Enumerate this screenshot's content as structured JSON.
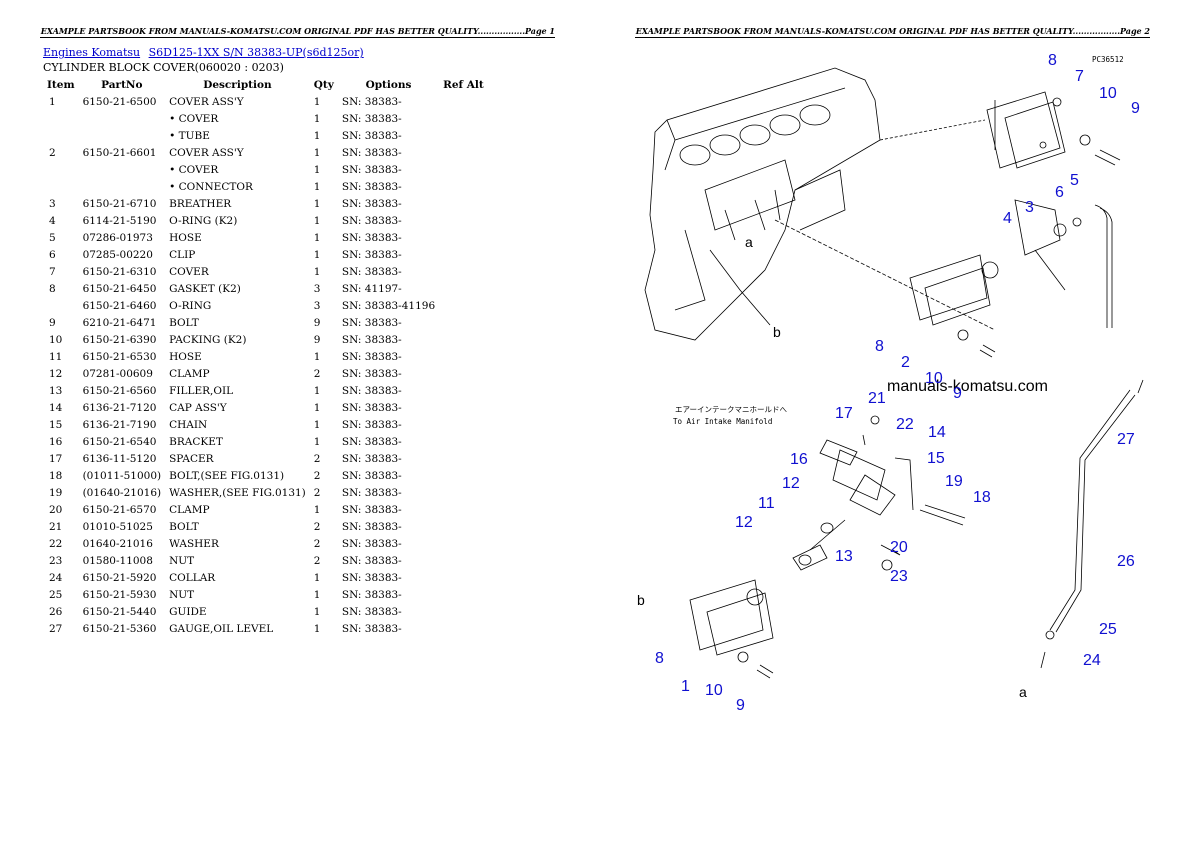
{
  "page1": {
    "header": "EXAMPLE PARTSBOOK FROM MANUALS-KOMATSU.COM ORIGINAL PDF HAS BETTER QUALITY.................Page 1",
    "breadcrumb": {
      "link1": "Engines Komatsu",
      "link2": "S6D125-1XX S/N  38383-UP(s6d125or)"
    },
    "subtitle": "CYLINDER BLOCK COVER(060020 : 0203)",
    "columns": [
      "Item",
      "PartNo",
      "Description",
      "Qty",
      "Options",
      "Ref Alt"
    ],
    "rows": [
      {
        "item": "1",
        "part": "6150-21-6500",
        "desc": "COVER ASS'Y",
        "qty": "1",
        "opt": "SN: 38383-"
      },
      {
        "item": "",
        "part": "",
        "desc": "• COVER",
        "qty": "1",
        "opt": "SN: 38383-"
      },
      {
        "item": "",
        "part": "",
        "desc": "• TUBE",
        "qty": "1",
        "opt": "SN: 38383-"
      },
      {
        "item": "2",
        "part": "6150-21-6601",
        "desc": "COVER ASS'Y",
        "qty": "1",
        "opt": "SN: 38383-"
      },
      {
        "item": "",
        "part": "",
        "desc": "• COVER",
        "qty": "1",
        "opt": "SN: 38383-"
      },
      {
        "item": "",
        "part": "",
        "desc": "• CONNECTOR",
        "qty": "1",
        "opt": "SN: 38383-"
      },
      {
        "item": "3",
        "part": "6150-21-6710",
        "desc": "BREATHER",
        "qty": "1",
        "opt": "SN: 38383-"
      },
      {
        "item": "4",
        "part": "6114-21-5190",
        "desc": "O-RING (K2)",
        "qty": "1",
        "opt": "SN: 38383-"
      },
      {
        "item": "5",
        "part": "07286-01973",
        "desc": "HOSE",
        "qty": "1",
        "opt": "SN: 38383-"
      },
      {
        "item": "6",
        "part": "07285-00220",
        "desc": "CLIP",
        "qty": "1",
        "opt": "SN: 38383-"
      },
      {
        "item": "7",
        "part": "6150-21-6310",
        "desc": "COVER",
        "qty": "1",
        "opt": "SN: 38383-"
      },
      {
        "item": "8",
        "part": "6150-21-6450",
        "desc": "GASKET (K2)",
        "qty": "3",
        "opt": "SN: 41197-"
      },
      {
        "item": "",
        "part": "6150-21-6460",
        "desc": "O-RING",
        "qty": "3",
        "opt": "SN: 38383-41196"
      },
      {
        "item": "9",
        "part": "6210-21-6471",
        "desc": "BOLT",
        "qty": "9",
        "opt": "SN: 38383-"
      },
      {
        "item": "10",
        "part": "6150-21-6390",
        "desc": "PACKING (K2)",
        "qty": "9",
        "opt": "SN: 38383-"
      },
      {
        "item": "11",
        "part": "6150-21-6530",
        "desc": "HOSE",
        "qty": "1",
        "opt": "SN: 38383-"
      },
      {
        "item": "12",
        "part": "07281-00609",
        "desc": "CLAMP",
        "qty": "2",
        "opt": "SN: 38383-"
      },
      {
        "item": "13",
        "part": "6150-21-6560",
        "desc": "FILLER,OIL",
        "qty": "1",
        "opt": "SN: 38383-"
      },
      {
        "item": "14",
        "part": "6136-21-7120",
        "desc": "CAP ASS'Y",
        "qty": "1",
        "opt": "SN: 38383-"
      },
      {
        "item": "15",
        "part": "6136-21-7190",
        "desc": "CHAIN",
        "qty": "1",
        "opt": "SN: 38383-"
      },
      {
        "item": "16",
        "part": "6150-21-6540",
        "desc": "BRACKET",
        "qty": "1",
        "opt": "SN: 38383-"
      },
      {
        "item": "17",
        "part": "6136-11-5120",
        "desc": "SPACER",
        "qty": "2",
        "opt": "SN: 38383-"
      },
      {
        "item": "18",
        "part": "(01011-51000)",
        "desc": "BOLT,(SEE FIG.0131)",
        "qty": "2",
        "opt": "SN: 38383-"
      },
      {
        "item": "19",
        "part": "(01640-21016)",
        "desc": "WASHER,(SEE FIG.0131)",
        "qty": "2",
        "opt": "SN: 38383-"
      },
      {
        "item": "20",
        "part": "6150-21-6570",
        "desc": "CLAMP",
        "qty": "1",
        "opt": "SN: 38383-"
      },
      {
        "item": "21",
        "part": "01010-51025",
        "desc": "BOLT",
        "qty": "2",
        "opt": "SN: 38383-"
      },
      {
        "item": "22",
        "part": "01640-21016",
        "desc": "WASHER",
        "qty": "2",
        "opt": "SN: 38383-"
      },
      {
        "item": "23",
        "part": "01580-11008",
        "desc": "NUT",
        "qty": "2",
        "opt": "SN: 38383-"
      },
      {
        "item": "24",
        "part": "6150-21-5920",
        "desc": "COLLAR",
        "qty": "1",
        "opt": "SN: 38383-"
      },
      {
        "item": "25",
        "part": "6150-21-5930",
        "desc": "NUT",
        "qty": "1",
        "opt": "SN: 38383-"
      },
      {
        "item": "26",
        "part": "6150-21-5440",
        "desc": "GUIDE",
        "qty": "1",
        "opt": "SN: 38383-"
      },
      {
        "item": "27",
        "part": "6150-21-5360",
        "desc": "GAUGE,OIL LEVEL",
        "qty": "1",
        "opt": "SN: 38383-"
      }
    ]
  },
  "page2": {
    "header": "EXAMPLE PARTSBOOK FROM MANUALS-KOMATSU.COM ORIGINAL PDF HAS BETTER QUALITY.................Page 2",
    "figure_code": "PC36512",
    "watermark": "manuals-komatsu.com",
    "jp_note": "エアーインテークマニホールドへ",
    "en_note": "To Air Intake Manifold",
    "callouts": [
      "8",
      "7",
      "10",
      "9",
      "6",
      "5",
      "3",
      "4",
      "8",
      "2",
      "10",
      "9",
      "21",
      "17",
      "22",
      "14",
      "16",
      "15",
      "12",
      "19",
      "11",
      "18",
      "12",
      "13",
      "20",
      "23",
      "27",
      "26",
      "8",
      "1",
      "10",
      "9",
      "25",
      "24"
    ],
    "letters": [
      "a",
      "b",
      "b",
      "a"
    ]
  }
}
